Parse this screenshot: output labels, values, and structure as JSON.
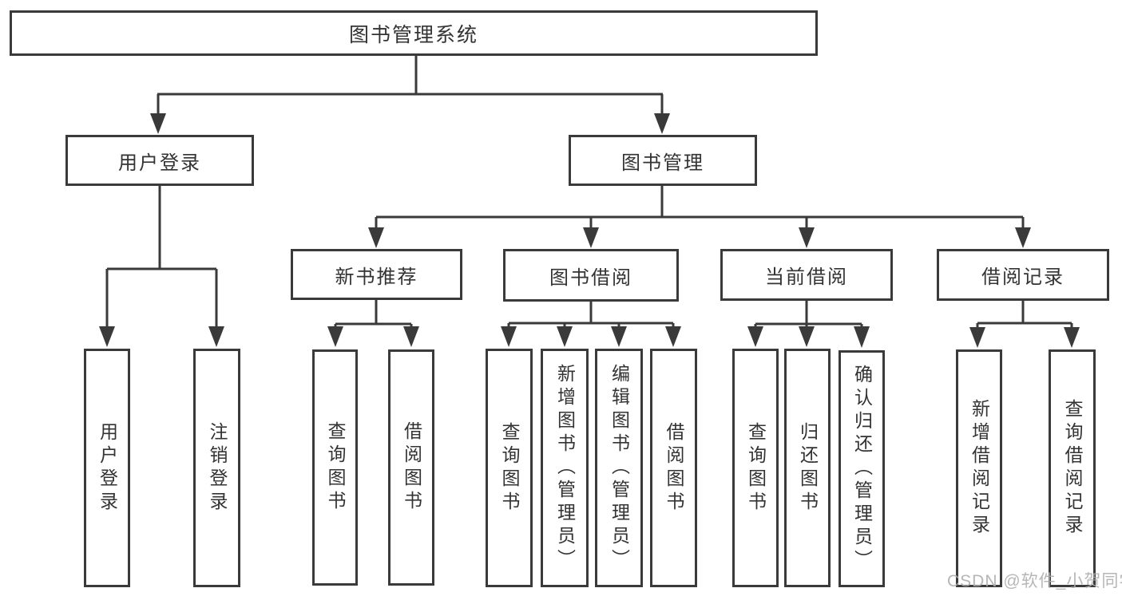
{
  "nodes": {
    "root": "图书管理系统",
    "user_login": "用户登录",
    "book_mgmt": "图书管理",
    "new_book_rec": "新书推荐",
    "book_borrow": "图书借阅",
    "current_borrow": "当前借阅",
    "borrow_records": "借阅记录",
    "ul_user_login": "用户登录",
    "ul_logout": "注销登录",
    "nb_query_books": "查询图书",
    "nb_borrow_books": "借阅图书",
    "bb_query_books": "查询图书",
    "bb_add_books": "新增图书（管理员）",
    "bb_edit_books": "编辑图书（管理员）",
    "bb_borrow_books": "借阅图书",
    "cb_query_books": "查询图书",
    "cb_return_books": "归还图书",
    "cb_confirm_return": "确认归还（管理员）",
    "br_add_record": "新增借阅记录",
    "br_query_record": "查询借阅记录"
  },
  "hierarchy": {
    "图书管理系统": {
      "用户登录": [
        "用户登录",
        "注销登录"
      ],
      "图书管理": {
        "新书推荐": [
          "查询图书",
          "借阅图书"
        ],
        "图书借阅": [
          "查询图书",
          "新增图书（管理员）",
          "编辑图书（管理员）",
          "借阅图书"
        ],
        "当前借阅": [
          "查询图书",
          "归还图书",
          "确认归还（管理员）"
        ],
        "借阅记录": [
          "新增借阅记录",
          "查询借阅记录"
        ]
      }
    }
  },
  "watermark": "CSDN @软件_小贺同学",
  "colors": {
    "line": "#3a3a3a",
    "box_border": "#3a3a3a",
    "box_fill": "#ffffff",
    "text": "#333333",
    "background": "#ffffff",
    "watermark": "#acacac"
  }
}
